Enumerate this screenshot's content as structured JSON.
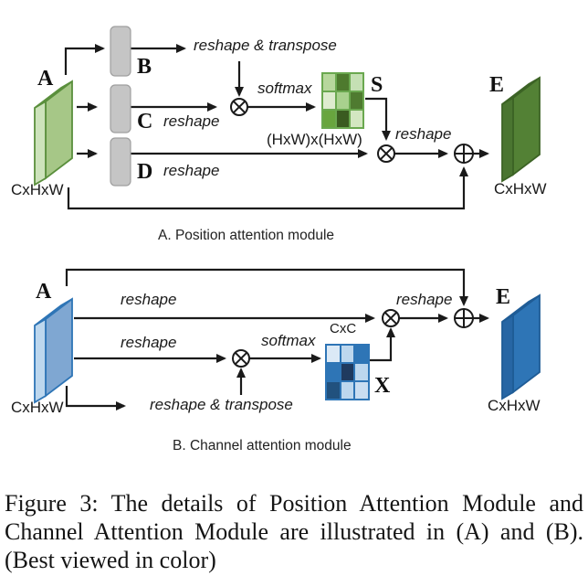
{
  "colors": {
    "line": "#1a1a1a",
    "gray_block_fill": "#c5c5c5",
    "gray_block_border": "#9f9f9f"
  },
  "position_module": {
    "title": "A. Position attention module",
    "input_label": "A",
    "input_dims": "CxHxW",
    "output_label": "E",
    "output_dims": "CxHxW",
    "branch_b": "B",
    "branch_c": "C",
    "branch_d": "D",
    "attention_map_label": "S",
    "ops": {
      "reshape_transpose": "reshape & transpose",
      "reshape_c": "reshape",
      "reshape_d": "reshape",
      "softmax": "softmax",
      "matmul_dims": "(HxW)x(HxW)",
      "reshape_out": "reshape"
    },
    "operators": {
      "matmul": "⊗",
      "sum": "⊕"
    },
    "input_slab": {
      "front": "#cde3bb",
      "main": "#a6c787",
      "top": "#c0dcab",
      "stroke": "#5a8f3c"
    },
    "output_slab": {
      "front": "#4a7530",
      "main": "#538135",
      "top": "#6f9d4a",
      "stroke": "#3c6325"
    },
    "matrix": {
      "border": "#6aa84f",
      "cells": [
        "#b7d79c",
        "#4e7a2e",
        "#c5e0b4",
        "#deeccf",
        "#a9d18e",
        "#4f7b30",
        "#68a53e",
        "#3a5b20",
        "#d3e7c1"
      ]
    }
  },
  "channel_module": {
    "title": "B. Channel attention module",
    "input_label": "A",
    "input_dims": "CxHxW",
    "output_label": "E",
    "output_dims": "CxHxW",
    "attention_map_label": "X",
    "ops": {
      "reshape_top": "reshape",
      "reshape_mid": "reshape",
      "reshape_transpose": "reshape & transpose",
      "softmax": "softmax",
      "matrix_dims": "CxC",
      "reshape_out": "reshape"
    },
    "operators": {
      "matmul": "⊗",
      "sum": "⊕"
    },
    "input_slab": {
      "front": "#bdd7ee",
      "main": "#7fa7d2",
      "top": "#c4dbee",
      "stroke": "#2e75b6"
    },
    "output_slab": {
      "front": "#2766a4",
      "main": "#2e75b6",
      "top": "#4e94d4",
      "stroke": "#1f5c96"
    },
    "matrix": {
      "border": "#2e75b6",
      "cells": [
        "#dbe9f6",
        "#bdd7ee",
        "#2e75b6",
        "#2e75b6",
        "#1f3a5f",
        "#bdd7ee",
        "#21517e",
        "#bdd7ee",
        "#c9ddf1"
      ]
    }
  },
  "figure_caption": {
    "line1": "Figure 3: The details of Position Attention Module and",
    "line2": "Channel Attention Module are illustrated in (A) and (B).",
    "line3": "(Best viewed in color)"
  }
}
